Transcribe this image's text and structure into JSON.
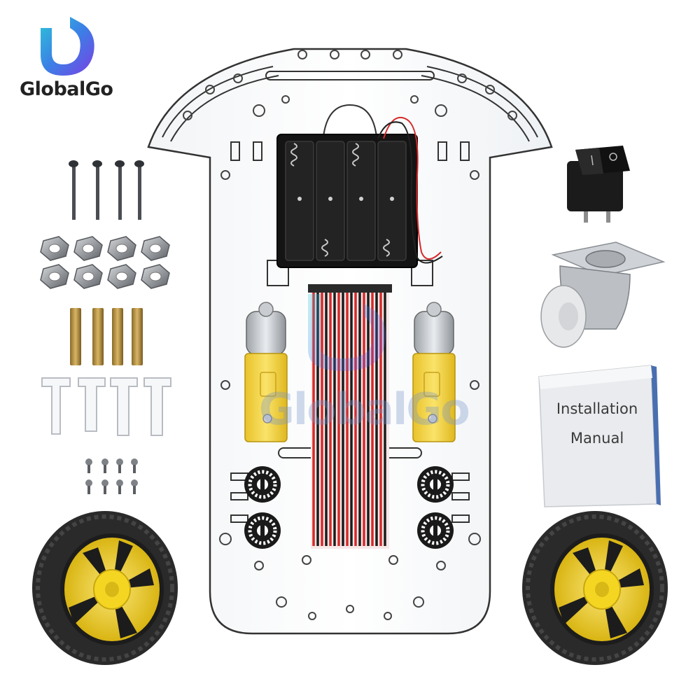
{
  "brand": {
    "name": "GlobalGo",
    "watermark": "GlobalGo"
  },
  "manual": {
    "line1": "Installation",
    "line2": "Manual"
  },
  "colors": {
    "chassis_outline": "#222222",
    "motor_yellow": "#f6d436",
    "wheel_hub": "#f2d11e",
    "tire": "#2a2a2a",
    "wire_red": "#d62a2a",
    "wire_black": "#1c1c1c",
    "logo_gradient_start": "#2cc5d8",
    "logo_gradient_end": "#7b3fe4"
  }
}
